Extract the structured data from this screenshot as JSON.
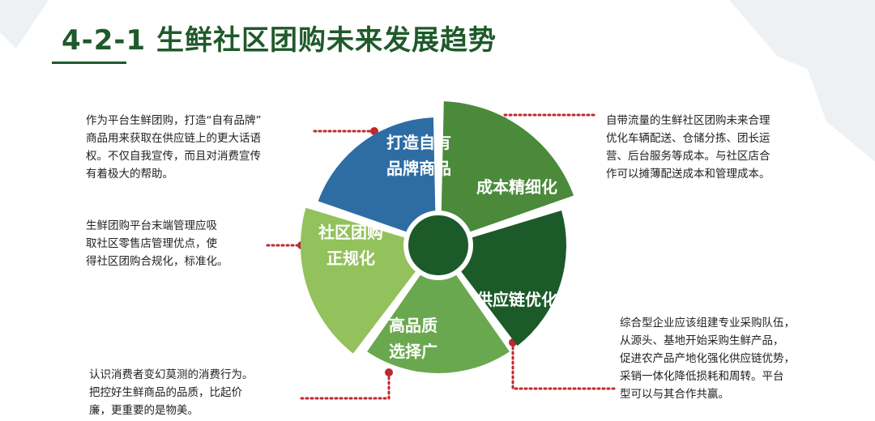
{
  "header": {
    "title": "4-2-1 生鲜社区团购未来发展趋势"
  },
  "diagram": {
    "segments": [
      {
        "label_lines": [
          "打造自有",
          "品牌商品"
        ],
        "color": "#2e6da4"
      },
      {
        "label_lines": [
          "成本精细化"
        ],
        "color": "#4a8a3a"
      },
      {
        "label_lines": [
          "供应链优化"
        ],
        "color": "#1d5a2a"
      },
      {
        "label_lines": [
          "高品质",
          "选择广"
        ],
        "color": "#6aa84f"
      },
      {
        "label_lines": [
          "社区团购",
          "正规化"
        ],
        "color": "#93c15c"
      }
    ],
    "center_color": "#1d5a2a",
    "connector_color": "#c0282f",
    "descriptions": [
      {
        "lines": [
          "作为平台生鲜团购，打造“自有品牌”",
          "商品用来获取在供应链上的更大话语",
          "权。不仅自我宣传，而且对消费宣传",
          "有着极大的帮助。"
        ]
      },
      {
        "lines": [
          "自带流量的生鲜社区团购未来合理",
          "优化车辆配送、仓储分拣、团长运",
          "营、后台服务等成本。与社区店合",
          "作可以摊薄配送成本和管理成本。"
        ]
      },
      {
        "lines": [
          "生鲜团购平台末端管理应吸",
          "取社区零售店管理优点，使",
          "得社区团购合规化，标准化。"
        ]
      },
      {
        "lines": [
          "综合型企业应该组建专业采购队伍，",
          "从源头、基地开始采购生鲜产品，",
          "促进农产品产地化强化供应链优势，",
          "采销一体化降低损耗和周转。平台",
          "型可以与其合作共赢。"
        ]
      },
      {
        "lines": [
          "认识消费者变幻莫测的消费行为。",
          "把控好生鲜商品的品质，比起价",
          "廉，更重要的是物美。"
        ]
      }
    ]
  }
}
